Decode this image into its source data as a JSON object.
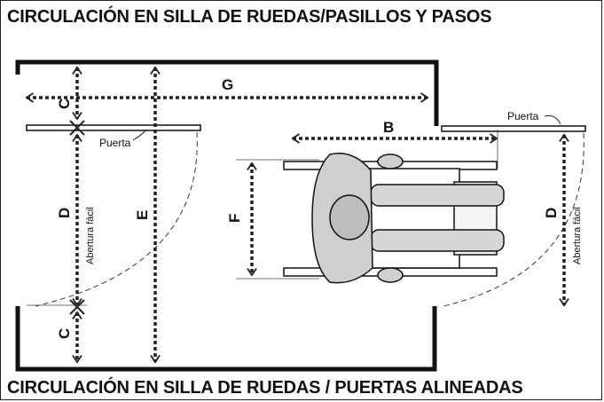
{
  "title_top": "CIRCULACIÓN EN SILLA DE RUEDAS/PASILLOS  Y PASOS",
  "title_bottom": "CIRCULACIÓN EN SILLA DE RUEDAS / PUERTAS  ALINEADAS",
  "labels": {
    "G": "G",
    "B": "B",
    "C_top": "C",
    "C_bottom": "C",
    "D_left": "D",
    "D_right": "D",
    "E": "E",
    "F": "F",
    "puerta_left": "Puerta",
    "puerta_right": "Puerta",
    "abertura_left": "Abertura fácil",
    "abertura_right": "Abertura fácil"
  }
}
